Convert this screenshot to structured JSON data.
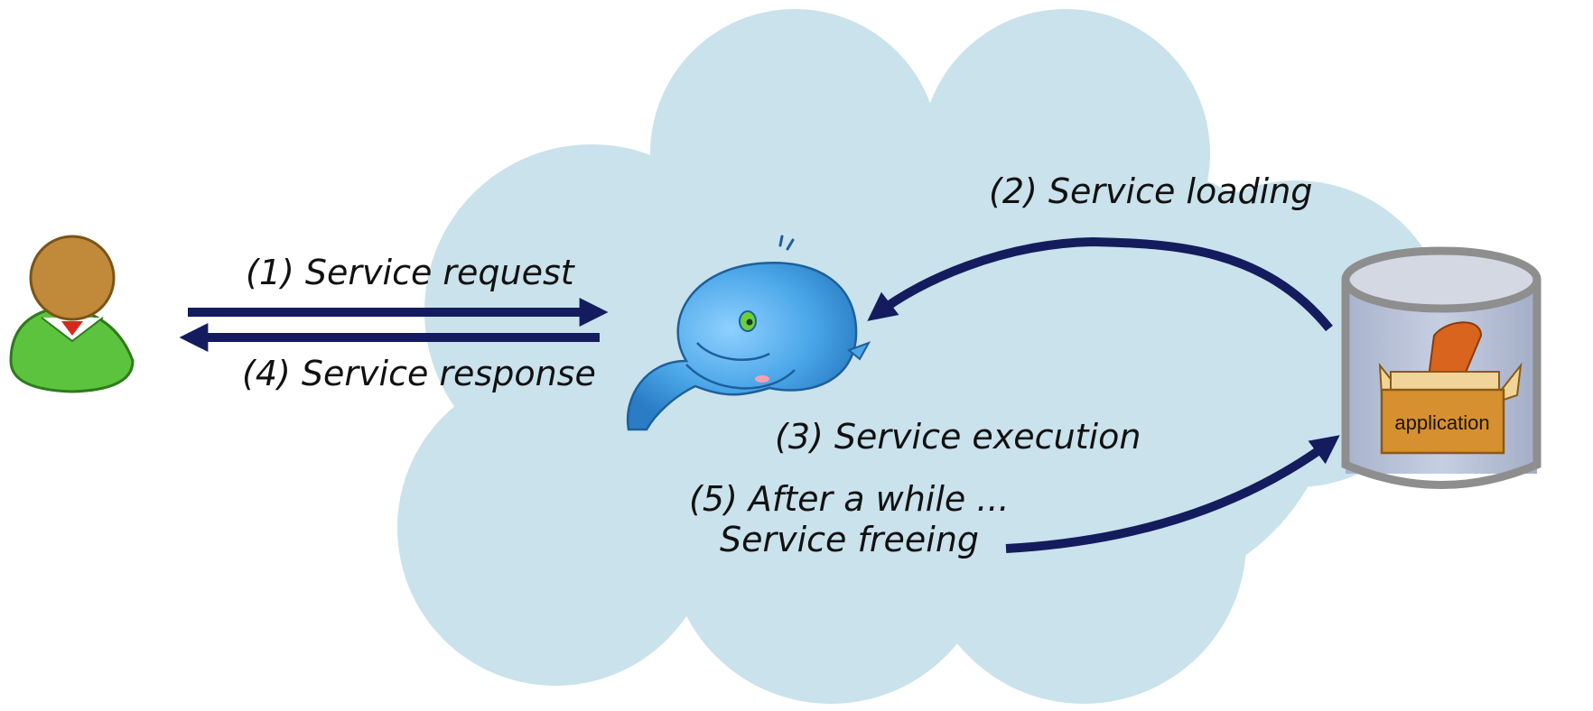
{
  "diagram": {
    "colors": {
      "cloud": "#c9e2ec",
      "arrow": "#141c5e",
      "person_head": "#c08a3a",
      "person_body": "#5cc33e",
      "tie": "#d42a1a",
      "whale": "#4aa6e8",
      "jar_glass": "#b9c3d9",
      "jar_rim": "#8e8e8e",
      "box": "#d6902f",
      "bean": "#d8641e",
      "text": "#111111"
    },
    "icons": {
      "user": "person-icon",
      "whale": "whale-icon",
      "repository": "application-jar-icon",
      "cloud": "cloud-shape"
    },
    "labels": {
      "step1": "(1) Service request",
      "step2": "(2) Service loading",
      "step3": "(3) Service execution",
      "step4": "(4) Service response",
      "step5_line1": "(5) After a while ...",
      "step5_line2": "Service freeing"
    },
    "repository": {
      "box_label": "application"
    }
  }
}
